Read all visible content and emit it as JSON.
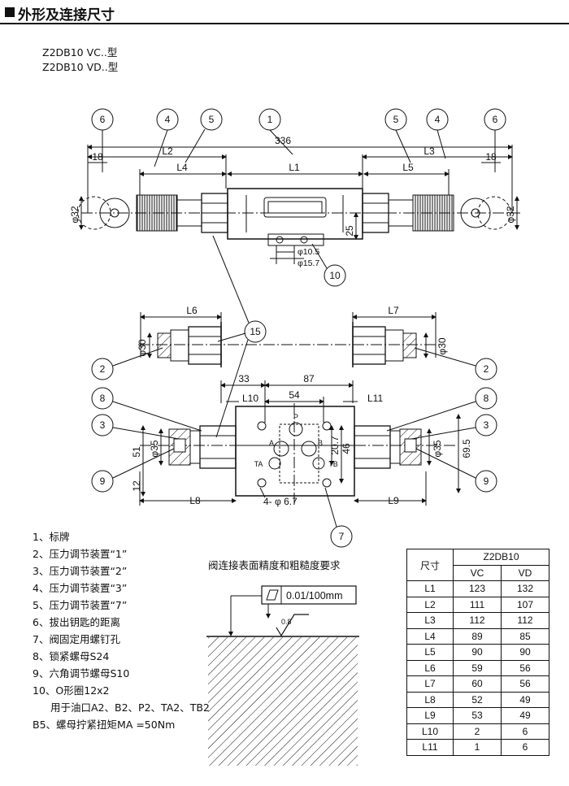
{
  "header": {
    "title": "外形及连接尺寸"
  },
  "models": [
    "Z2DB10 VC..型",
    "Z2DB10 VD..型"
  ],
  "top_view": {
    "callouts": [
      "6",
      "4",
      "5",
      "1",
      "5",
      "4",
      "6"
    ],
    "overall": "336",
    "l2": "L2",
    "l3": "L3",
    "l1": "L1",
    "l4": "L4",
    "l5": "L5",
    "d18_left": "18",
    "d18_right": "18",
    "phi32_left": "φ32",
    "phi32_right": "φ32",
    "d25": "25",
    "d105": "φ10.5",
    "d157": "φ15.7",
    "callout10": "10"
  },
  "mid_view": {
    "l6": "L6",
    "l7": "L7",
    "phi30_left": "φ30",
    "phi30_right": "φ30",
    "callout15": "15",
    "callout2_left": "2",
    "callout2_right": "2"
  },
  "bottom_view": {
    "d33": "33",
    "d87": "87",
    "d54": "54",
    "l10": "L10",
    "l11": "L11",
    "port_p": "P",
    "port_a": "A",
    "port_b": "B",
    "port_ta": "TA",
    "port_tb": "TB",
    "d207": "20.7",
    "d46": "46",
    "d51": "51",
    "d12": "12",
    "phi35_left": "φ35",
    "phi35_right": "φ35",
    "d695": "69.5",
    "l8": "L8",
    "l9": "L9",
    "holes": "4- φ 6.7",
    "callouts": [
      "8",
      "3",
      "9",
      "8",
      "3",
      "9",
      "7"
    ]
  },
  "legend": [
    "1、标牌",
    "2、压力调节装置“1”",
    "3、压力调节装置“2”",
    "4、压力调节装置“3”",
    "5、压力调节装置“7”",
    "6、拔出钥匙的距离",
    "7、阀固定用螺钉孔",
    "8、锁紧螺母S24",
    "9、六角调节螺母S10",
    "10、O形圈12x2",
    "用于油口A2、B2、P2、TA2、TB2",
    "B5、螺母拧紧扭矩MA =50Nm"
  ],
  "surface": {
    "title": "阀连接表面精度和粗糙度要求",
    "flatness": "0.01/100mm",
    "roughness": "0.8"
  },
  "table": {
    "header_label": "尺寸",
    "model": "Z2DB10",
    "columns": [
      "VC",
      "VD"
    ],
    "rows": [
      [
        "L1",
        "123",
        "132"
      ],
      [
        "L2",
        "111",
        "107"
      ],
      [
        "L3",
        "112",
        "112"
      ],
      [
        "L4",
        "89",
        "85"
      ],
      [
        "L5",
        "90",
        "90"
      ],
      [
        "L6",
        "59",
        "56"
      ],
      [
        "L7",
        "60",
        "56"
      ],
      [
        "L8",
        "52",
        "49"
      ],
      [
        "L9",
        "53",
        "49"
      ],
      [
        "L10",
        "2",
        "6"
      ],
      [
        "L11",
        "1",
        "6"
      ]
    ]
  }
}
